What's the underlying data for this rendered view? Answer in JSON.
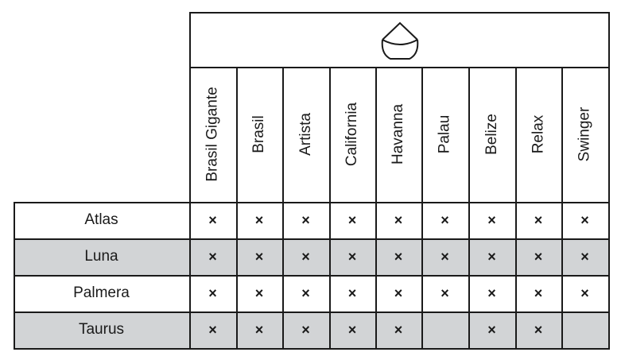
{
  "header": {
    "icon": "hammock-bowl-icon"
  },
  "columns": [
    "Brasil Gigante",
    "Brasil",
    "Artista",
    "California",
    "Havanna",
    "Palau",
    "Belize",
    "Relax",
    "Swinger"
  ],
  "rows": [
    {
      "label": "Atlas",
      "shaded": false,
      "marks": [
        "×",
        "×",
        "×",
        "×",
        "×",
        "×",
        "×",
        "×",
        "×"
      ]
    },
    {
      "label": "Luna",
      "shaded": true,
      "marks": [
        "×",
        "×",
        "×",
        "×",
        "×",
        "×",
        "×",
        "×",
        "×"
      ]
    },
    {
      "label": "Palmera",
      "shaded": false,
      "marks": [
        "×",
        "×",
        "×",
        "×",
        "×",
        "×",
        "×",
        "×",
        "×"
      ]
    },
    {
      "label": "Taurus",
      "shaded": true,
      "marks": [
        "×",
        "×",
        "×",
        "×",
        "×",
        "",
        "×",
        "×",
        ""
      ]
    }
  ],
  "colors": {
    "line": "#1a1a1a",
    "shade": "#d2d4d6"
  }
}
